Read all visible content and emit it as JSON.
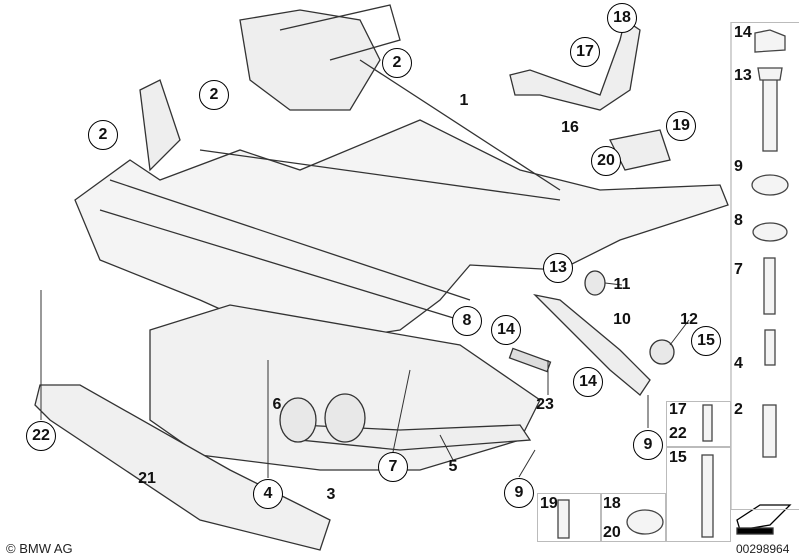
{
  "diagram": {
    "callouts": [
      "18",
      "17",
      "16",
      "19",
      "20",
      "2",
      "2",
      "2",
      "1",
      "13",
      "11",
      "8",
      "14",
      "10",
      "12",
      "15",
      "14",
      "23",
      "6",
      "7",
      "9",
      "5",
      "4",
      "3",
      "9",
      "22",
      "21"
    ],
    "parts_column": [
      "14",
      "13",
      "9",
      "8",
      "7",
      "4",
      "2"
    ],
    "parts_grid": {
      "cell_a_top": "17",
      "cell_a_bottom": "22",
      "cell_b": "15",
      "cell_c": "19",
      "cell_d_top": "18",
      "cell_d_bottom": "20"
    },
    "footer": {
      "brand": "BMW AG",
      "diagram_number": "00298964"
    }
  }
}
